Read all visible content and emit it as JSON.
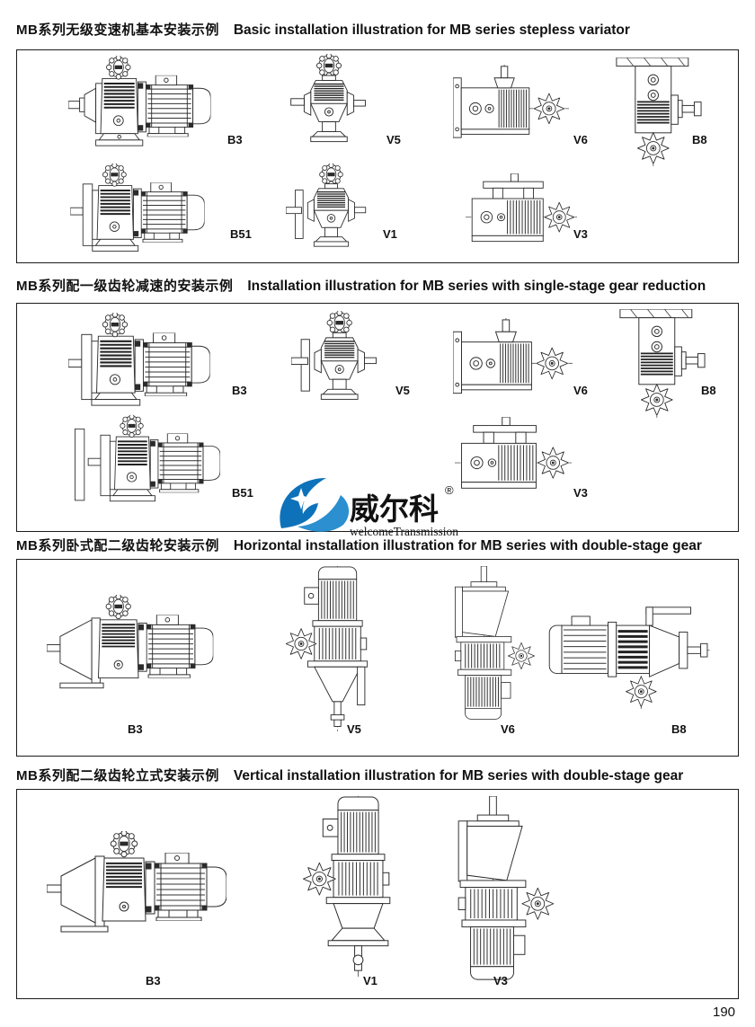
{
  "page": {
    "number": "190"
  },
  "watermark": {
    "brand": "威尔科",
    "registered": "®",
    "subtitle": "welcomeTransmission"
  },
  "sections": [
    {
      "zh": "MB系列无级变速机基本安装示例",
      "en": "Basic installation illustration for MB series stepless variator",
      "figures": [
        {
          "label": "B3"
        },
        {
          "label": "V5"
        },
        {
          "label": "V6"
        },
        {
          "label": "B8"
        },
        {
          "label": "B51"
        },
        {
          "label": "V1"
        },
        {
          "label": "V3"
        }
      ]
    },
    {
      "zh": "MB系列配一级齿轮减速的安装示例",
      "en": "Installation illustration for MB series with single-stage gear reduction",
      "figures": [
        {
          "label": "B3"
        },
        {
          "label": "V5"
        },
        {
          "label": "V6"
        },
        {
          "label": "B8"
        },
        {
          "label": "B51"
        },
        {
          "label": "V3"
        }
      ]
    },
    {
      "zh": "MB系列卧式配二级齿轮安装示例",
      "en": "Horizontal installation illustration for MB series with double-stage gear",
      "figures": [
        {
          "label": "B3"
        },
        {
          "label": "V5"
        },
        {
          "label": "V6"
        },
        {
          "label": "B8"
        }
      ]
    },
    {
      "zh": "MB系列配二级齿轮立式安装示例",
      "en": "Vertical installation illustration for MB series with double-stage gear",
      "figures": [
        {
          "label": "B3"
        },
        {
          "label": "V1"
        },
        {
          "label": "V3"
        }
      ]
    }
  ]
}
